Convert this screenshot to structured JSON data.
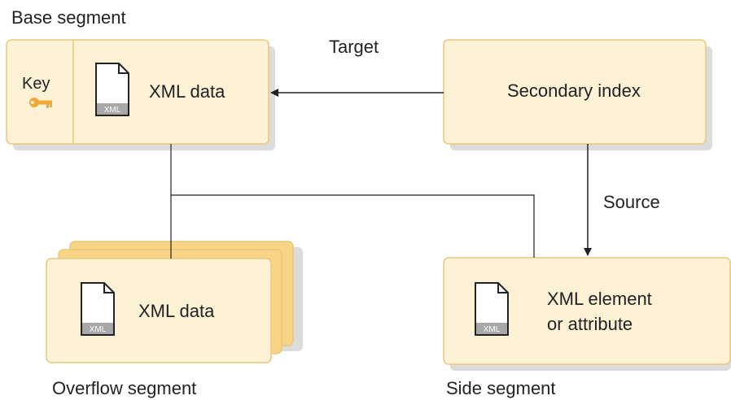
{
  "labels": {
    "base_segment": "Base segment",
    "overflow_segment": "Overflow segment",
    "side_segment": "Side segment",
    "target": "Target",
    "source": "Source"
  },
  "base_box": {
    "key_label": "Key",
    "data_label": "XML data"
  },
  "secondary_box": {
    "label": "Secondary index"
  },
  "overflow_box": {
    "data_label": "XML data"
  },
  "side_box": {
    "line1": "XML element",
    "line2": "or attribute"
  },
  "doc_icon_tag": "XML",
  "icons": {
    "document": "xml-document-icon",
    "key": "key-icon"
  },
  "colors": {
    "box_fill": "#fdf1d6",
    "box_border": "#e9c77a",
    "shadow": "#dcdcdc",
    "stack_fill": "#f8d487",
    "key_icon": "#f1a83a",
    "line": "#222222",
    "doc_band": "#a8a8a8"
  }
}
